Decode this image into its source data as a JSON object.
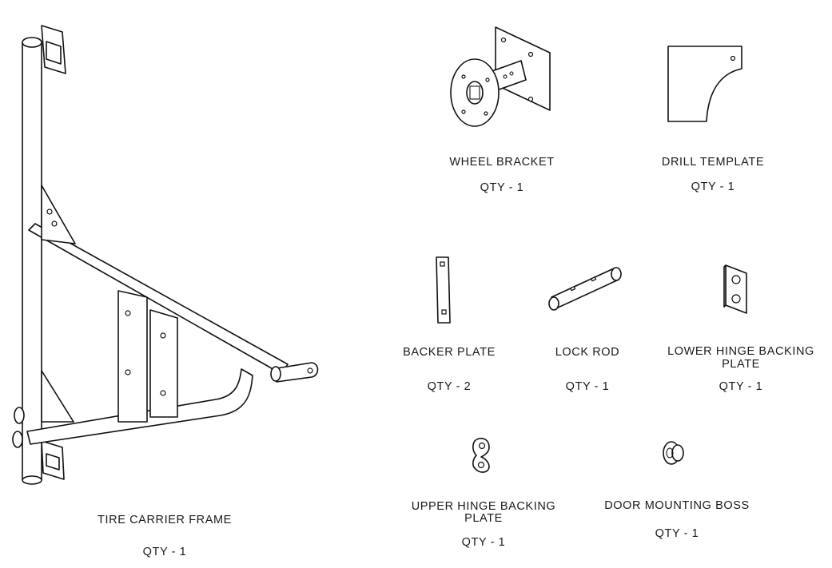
{
  "parts": [
    {
      "id": "tire-carrier-frame",
      "name": "TIRE CARRIER FRAME",
      "qty": "QTY - 1"
    },
    {
      "id": "wheel-bracket",
      "name": "WHEEL BRACKET",
      "qty": "QTY - 1"
    },
    {
      "id": "drill-template",
      "name": "DRILL TEMPLATE",
      "qty": "QTY - 1"
    },
    {
      "id": "backer-plate",
      "name": "BACKER PLATE",
      "qty": "QTY - 2"
    },
    {
      "id": "lock-rod",
      "name": "LOCK ROD",
      "qty": "QTY - 1"
    },
    {
      "id": "lower-hinge-backing-plate",
      "name_line1": "LOWER HINGE BACKING",
      "name_line2": "PLATE",
      "qty": "QTY - 1"
    },
    {
      "id": "upper-hinge-backing-plate",
      "name_line1": "UPPER HINGE BACKING",
      "name_line2": "PLATE",
      "qty": "QTY - 1"
    },
    {
      "id": "door-mounting-boss",
      "name": "DOOR MOUNTING BOSS",
      "qty": "QTY - 1"
    }
  ]
}
